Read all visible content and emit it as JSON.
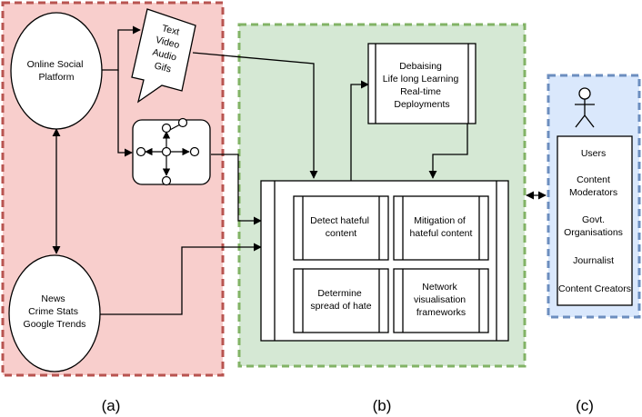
{
  "diagram": {
    "panel_a": {
      "online_social_platform": [
        "Online Social",
        "Platform"
      ],
      "media_types": [
        "Text",
        "Video",
        "Audio",
        "Gifs"
      ],
      "news_sources": [
        "News",
        "Crime Stats",
        "Google Trends"
      ]
    },
    "panel_b": {
      "deployment": [
        "Debaising",
        "Life long Learning",
        "Real-time",
        "Deployments"
      ],
      "modules": {
        "detect": [
          "Detect hateful",
          "content"
        ],
        "mitigation": [
          "Mitigation of",
          "hateful content"
        ],
        "spread": [
          "Determine",
          "spread of hate"
        ],
        "network": [
          "Network",
          "visualisation",
          "frameworks"
        ]
      }
    },
    "panel_c": {
      "users": [
        "Users",
        "Content",
        "Moderators",
        "Govt.",
        "Organisations",
        "Journalist",
        "Content Creators"
      ]
    },
    "captions": {
      "a": "(a)",
      "b": "(b)",
      "c": "(c)"
    },
    "colors": {
      "panel_a_fill": "#f8cecc",
      "panel_a_border": "#b85450",
      "panel_b_fill": "#d5e8d4",
      "panel_b_border": "#82b366",
      "panel_c_fill": "#dae8fc",
      "panel_c_border": "#6c8ebf"
    }
  }
}
